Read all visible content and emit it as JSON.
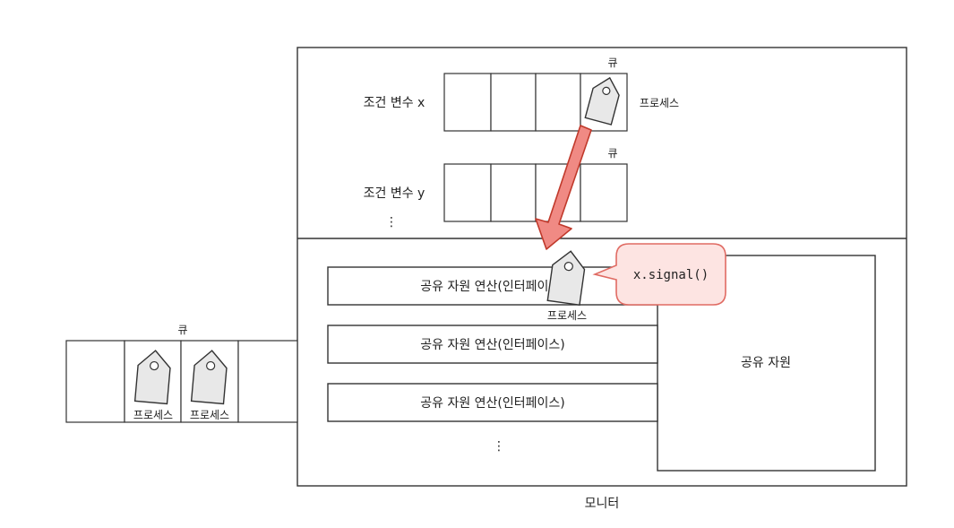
{
  "monitor": {
    "label": "모니터",
    "condition_x": {
      "label": "조건 변수 x",
      "queue_label": "큐",
      "process_label": "프로세스"
    },
    "condition_y": {
      "label": "조건 변수 y",
      "queue_label": "큐",
      "ellipsis": "⋮"
    },
    "operations": [
      {
        "label": "공유 자원 연산(인터페이스)"
      },
      {
        "label": "공유 자원 연산(인터페이스)"
      },
      {
        "label": "공유 자원 연산(인터페이스)"
      }
    ],
    "operations_ellipsis": "⋮",
    "shared_resource": {
      "label": "공유 자원"
    },
    "moving_process_label": "프로세스",
    "signal_bubble": "x.signal()"
  },
  "entry_queue": {
    "label": "큐",
    "processes": [
      {
        "label": "프로세스"
      },
      {
        "label": "프로세스"
      }
    ]
  },
  "colors": {
    "arrow_fill": "#f08a84",
    "arrow_stroke": "#c0392b",
    "bubble_fill": "#fde4e2",
    "bubble_stroke": "#e06b63",
    "tag_fill": "#e8e8e8"
  }
}
